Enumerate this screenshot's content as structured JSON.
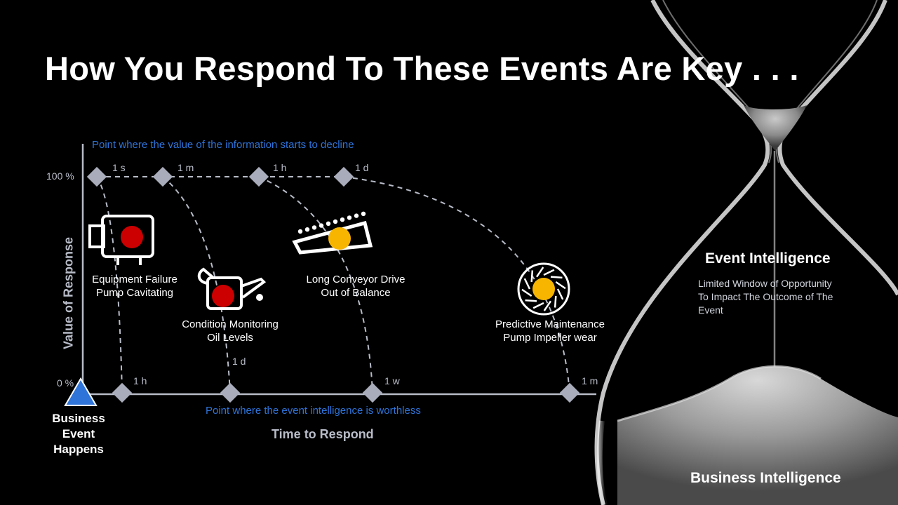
{
  "title": "How You Respond To These Events Are Key . . .",
  "top_note": "Point where the value of the information starts to decline",
  "bottom_note": "Point where the event intelligence is worthless",
  "y_axis": {
    "title": "Value of Response",
    "top": "100 %",
    "bottom": "0 %"
  },
  "x_axis": {
    "title": "Time to Respond"
  },
  "origin_label": [
    "Business",
    "Event",
    "Happens"
  ],
  "top_markers": [
    "1 s",
    "1 m",
    "1 h",
    "1 d"
  ],
  "bottom_markers": [
    "1 h",
    "1 d",
    "1 w",
    "1 m"
  ],
  "events": [
    {
      "line1": "Equipment Failure",
      "line2": "Pump Cavitating",
      "status_color": "#cc0000",
      "icon": "pump-motor-icon"
    },
    {
      "line1": "Condition Monitoring",
      "line2": "Oil Levels",
      "status_color": "#cc0000",
      "icon": "oil-can-icon"
    },
    {
      "line1": "Long Conveyor Drive",
      "line2": "Out of Balance",
      "status_color": "#f7b500",
      "icon": "conveyor-icon"
    },
    {
      "line1": "Predictive Maintenance",
      "line2": "Pump Impeller wear",
      "status_color": "#f7b500",
      "icon": "impeller-icon"
    }
  ],
  "right_panel": {
    "heading": "Event Intelligence",
    "lines": [
      "Limited Window of Opportunity",
      "To Impact The Outcome of The",
      "Event"
    ],
    "footer": "Business Intelligence"
  },
  "colors": {
    "marker": "#a9adbb",
    "accent_blue": "#2e74d9",
    "axis": "#b8bcc8"
  }
}
